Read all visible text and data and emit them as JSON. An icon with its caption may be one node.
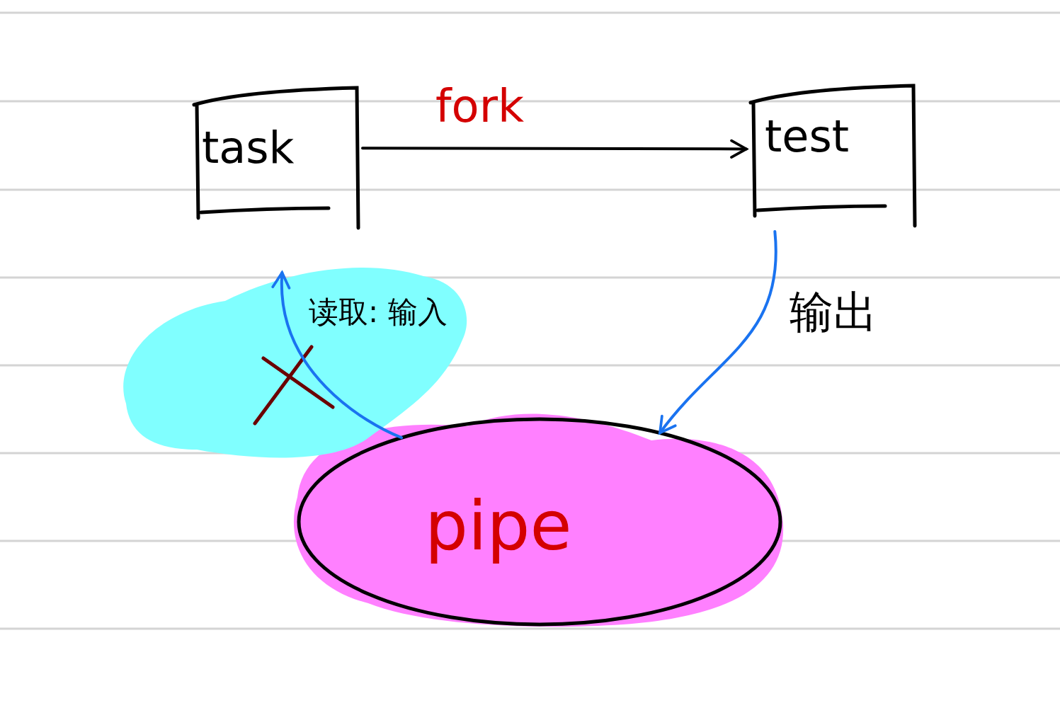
{
  "diagram": {
    "nodes": [
      {
        "text": [
          "task"
        ]
      },
      {
        "text": [
          "test"
        ]
      },
      {
        "text": [
          "pipe"
        ]
      },
      {
        "text": [
          "读取: 输入"
        ]
      }
    ],
    "edges": [
      {
        "from": 0,
        "to": 1,
        "arrow": "to",
        "label": "fork",
        "color": "#000000"
      },
      {
        "from": 1,
        "to": 2,
        "arrow": "to",
        "label": "输出",
        "color": "#1a73f0"
      },
      {
        "from": 2,
        "to": 3,
        "arrow": "to",
        "color": "#1a73f0"
      }
    ]
  }
}
